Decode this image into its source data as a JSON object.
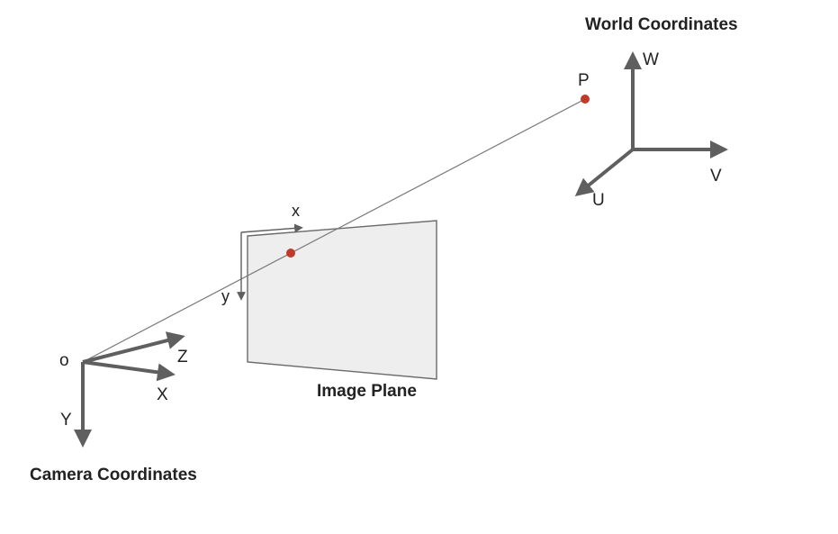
{
  "labels": {
    "world_title": "World Coordinates",
    "camera_title": "Camera Coordinates",
    "image_plane": "Image Plane",
    "point_p": "P",
    "origin": "o",
    "world_axes": {
      "w": "W",
      "v": "V",
      "u": "U"
    },
    "camera_axes": {
      "z": "Z",
      "x": "X",
      "y": "Y"
    },
    "image_axes": {
      "x": "x",
      "y": "y"
    }
  },
  "colors": {
    "axis": "#5f5f5f",
    "ray": "#7a7a7a",
    "plane_fill": "#eeeeee",
    "plane_stroke": "#6a6a6a",
    "point": "#c0392b"
  }
}
